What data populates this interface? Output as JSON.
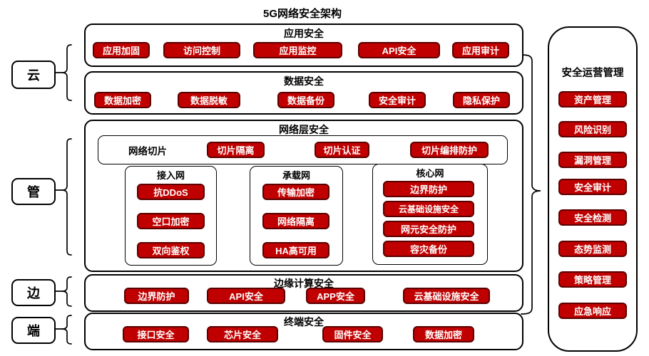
{
  "title": "5G网络安全架构",
  "left_labels": [
    "云",
    "管",
    "边",
    "端"
  ],
  "sections": {
    "app": {
      "title": "应用安全",
      "items": [
        "应用加固",
        "访问控制",
        "应用监控",
        "API安全",
        "应用审计"
      ]
    },
    "data": {
      "title": "数据安全",
      "items": [
        "数据加密",
        "数据脱敏",
        "数据备份",
        "安全审计",
        "隐私保护"
      ]
    },
    "network": {
      "title": "网络层安全",
      "slice": {
        "label": "网络切片",
        "items": [
          "切片隔离",
          "切片认证",
          "切片编排防护"
        ]
      },
      "subnets": [
        {
          "title": "接入网",
          "items": [
            "抗DDoS",
            "空口加密",
            "双向鉴权"
          ]
        },
        {
          "title": "承载网",
          "items": [
            "传输加密",
            "网络隔离",
            "HA高可用"
          ]
        },
        {
          "title": "核心网",
          "items": [
            "边界防护",
            "云基础设施安全",
            "网元安全防护",
            "容灾备份"
          ]
        }
      ]
    },
    "edge": {
      "title": "边缘计算安全",
      "items": [
        "边界防护",
        "API安全",
        "APP安全",
        "云基础设施安全"
      ]
    },
    "terminal": {
      "title": "终端安全",
      "items": [
        "接口安全",
        "芯片安全",
        "固件安全",
        "数据加密"
      ]
    }
  },
  "ops": {
    "title": "安全运营管理",
    "items": [
      "资产管理",
      "风险识别",
      "漏洞管理",
      "安全审计",
      "安全检测",
      "态势监测",
      "策略管理",
      "应急响应"
    ]
  },
  "colors": {
    "chip_fill": "#c00000",
    "chip_border": "#5a0000",
    "chip_text": "#ffffff",
    "outline": "#000000",
    "background": "#ffffff"
  }
}
